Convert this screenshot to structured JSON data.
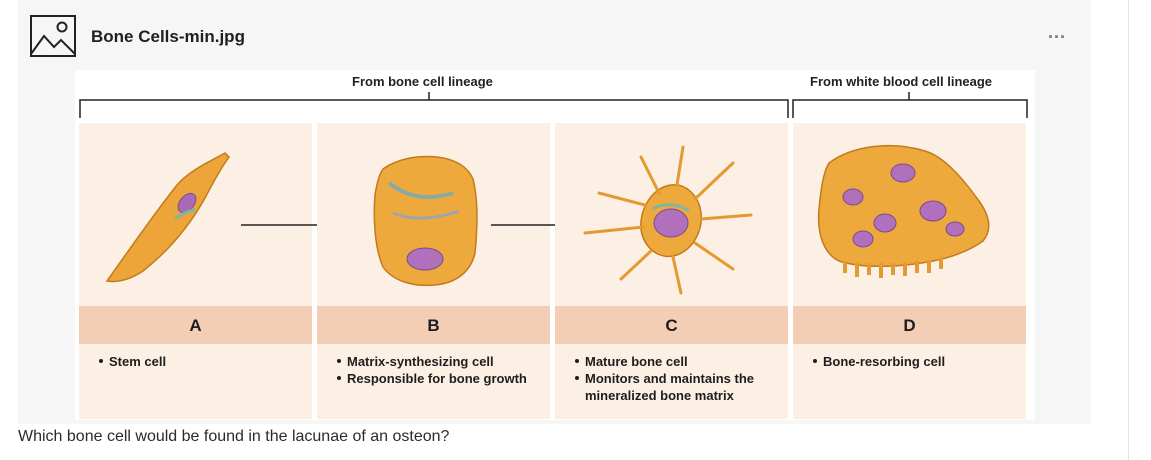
{
  "attachment": {
    "file_name": "Bone Cells-min.jpg",
    "icon": "image-icon",
    "menu_icon": "more-options-icon",
    "menu_label": "..."
  },
  "figure": {
    "lineage_left": "From bone cell lineage",
    "lineage_right": "From white blood cell lineage",
    "panels": [
      {
        "letter": "A",
        "items": [
          "Stem cell"
        ]
      },
      {
        "letter": "B",
        "items": [
          "Matrix-synthesizing cell",
          "Responsible for bone growth"
        ]
      },
      {
        "letter": "C",
        "items": [
          "Mature bone cell",
          "Monitors and maintains the",
          "mineralized bone matrix"
        ]
      },
      {
        "letter": "D",
        "items": [
          "Bone-resorbing cell"
        ]
      }
    ]
  },
  "question": "Which bone cell would be found in the lacunae of an osteon?"
}
